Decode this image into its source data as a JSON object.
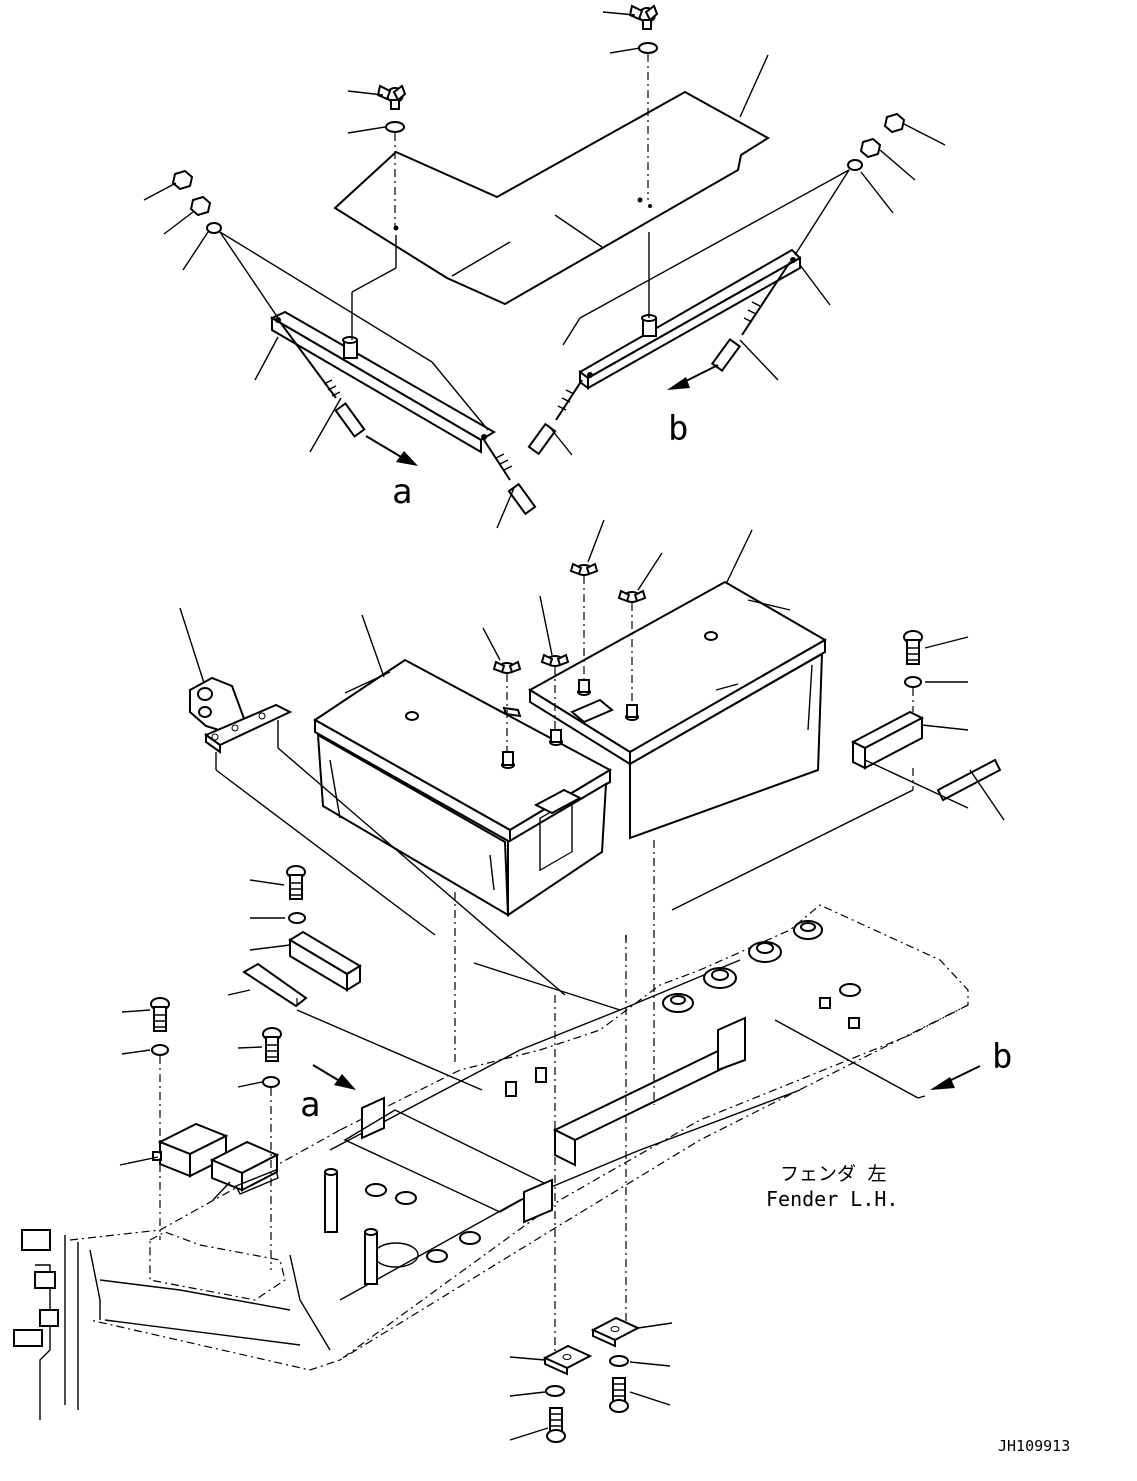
{
  "callout_a_top": "a",
  "callout_b_top": "b",
  "callout_a_bottom": "a",
  "callout_b_bottom": "b",
  "fender_label_jp": "フェンダ 左",
  "fender_label_en": "Fender L.H.",
  "drawing_number": "JH109913"
}
